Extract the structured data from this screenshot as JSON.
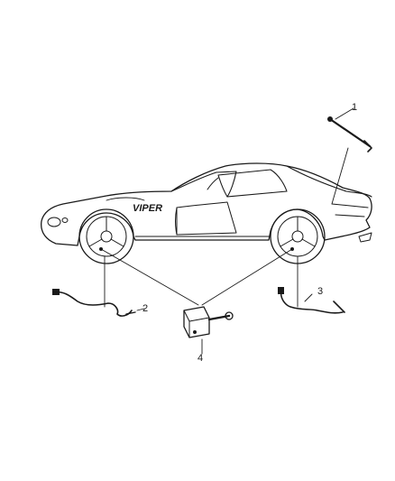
{
  "callouts": {
    "c1": "1",
    "c2": "2",
    "c3": "3",
    "c4": "4"
  },
  "badge": {
    "model": "VIPER"
  },
  "line_color": "#1a1a1a",
  "background": "#ffffff"
}
